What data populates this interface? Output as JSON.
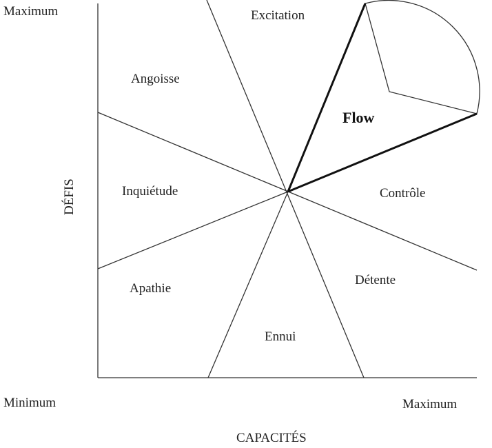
{
  "axes": {
    "y_label": "DÉFIS",
    "x_label": "CAPACITÉS",
    "y_max": "Maximum",
    "origin_min": "Minimum",
    "x_max": "Maximum"
  },
  "zones": {
    "excitation": "Excitation",
    "angoisse": "Angoisse",
    "flow": "Flow",
    "inquietude": "Inquiétude",
    "controle": "Contrôle",
    "apathie": "Apathie",
    "detente": "Détente",
    "ennui": "Ennui"
  }
}
